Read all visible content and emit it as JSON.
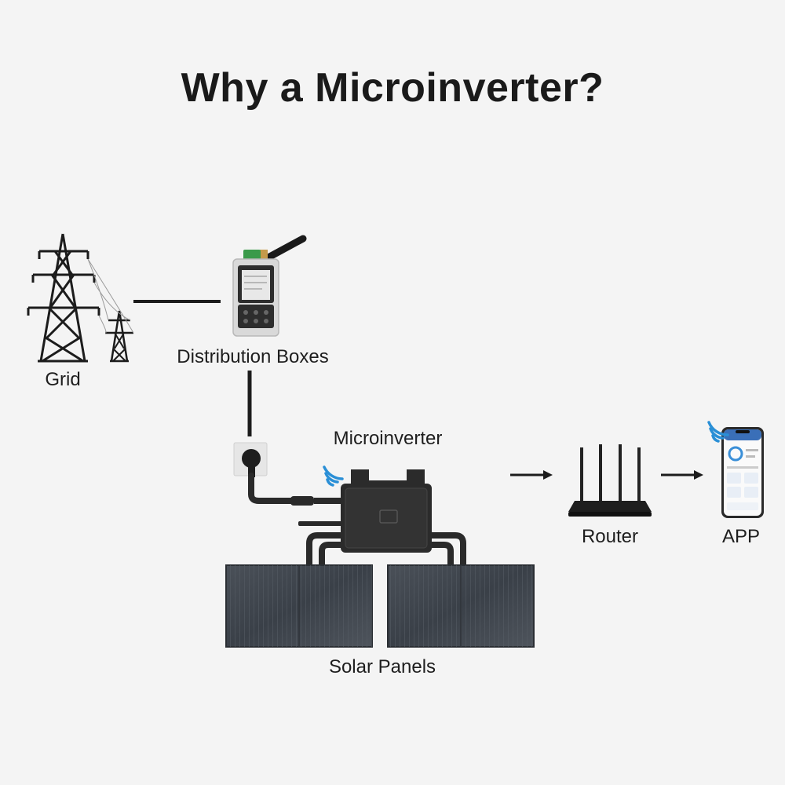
{
  "title": "Why a Microinverter?",
  "nodes": {
    "grid": "Grid",
    "distribution": "Distribution Boxes",
    "microinverter": "Microinverter",
    "solar": "Solar Panels",
    "router": "Router",
    "app": "APP"
  },
  "colors": {
    "background": "#f4f4f4",
    "line": "#1c1c1c",
    "wifi": "#2a8fd6",
    "panel": "#3a4048",
    "device": "#2b2b2b"
  }
}
